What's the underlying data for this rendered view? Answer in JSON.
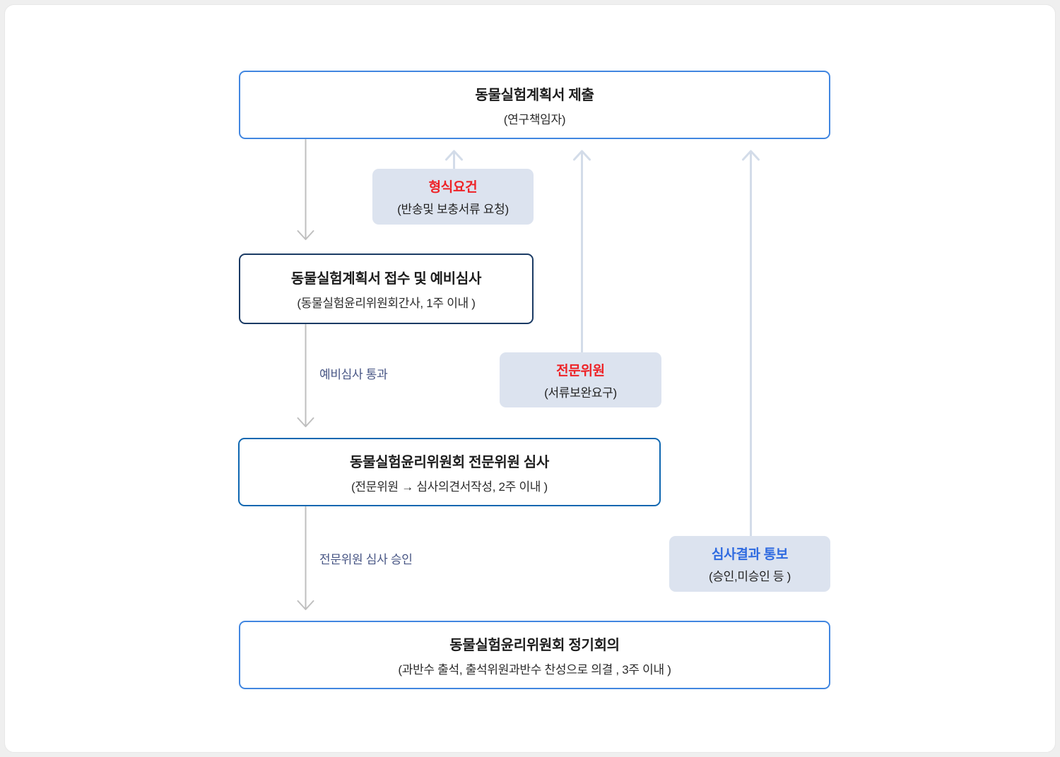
{
  "colors": {
    "page_background": "#efefef",
    "card_background": "#ffffff",
    "step_border_bright_blue": "#4186e0",
    "step_border_navy": "#1a3a64",
    "step_border_medium_blue": "#0f67b1",
    "note_background": "#dce3ef",
    "note_title_red": "#ee2226",
    "note_title_blue": "#2e6ae0",
    "edge_label_color": "#475584",
    "down_arrow_color": "#bfbfbf",
    "up_arrow_color": "#d3dce9"
  },
  "flowchart": {
    "steps": [
      {
        "title": "동물실험계획서 제출",
        "subtitle": "(연구책임자)"
      },
      {
        "title": "동물실험계획서 접수 및 예비심사",
        "subtitle": "(동물실험윤리위원회간사, 1주 이내 )"
      },
      {
        "title": "동물실험윤리위원회 전문위원 심사",
        "subtitle": "(전문위원 → 심사의견서작성, 2주 이내 )"
      },
      {
        "title": "동물실험윤리위원회 정기회의",
        "subtitle": "(과반수 출석, 출석위원과반수 찬성으로 의결 , 3주 이내 )"
      }
    ],
    "notes": [
      {
        "title": "형식요건",
        "subtitle": "(반송및 보충서류 요청)"
      },
      {
        "title": "전문위원",
        "subtitle": "(서류보완요구)"
      },
      {
        "title": "심사결과 통보",
        "subtitle": "(승인,미승인 등  )"
      }
    ],
    "edge_labels": [
      {
        "text": "예비심사 통과"
      },
      {
        "text": "전문위원 심사 승인"
      }
    ]
  }
}
